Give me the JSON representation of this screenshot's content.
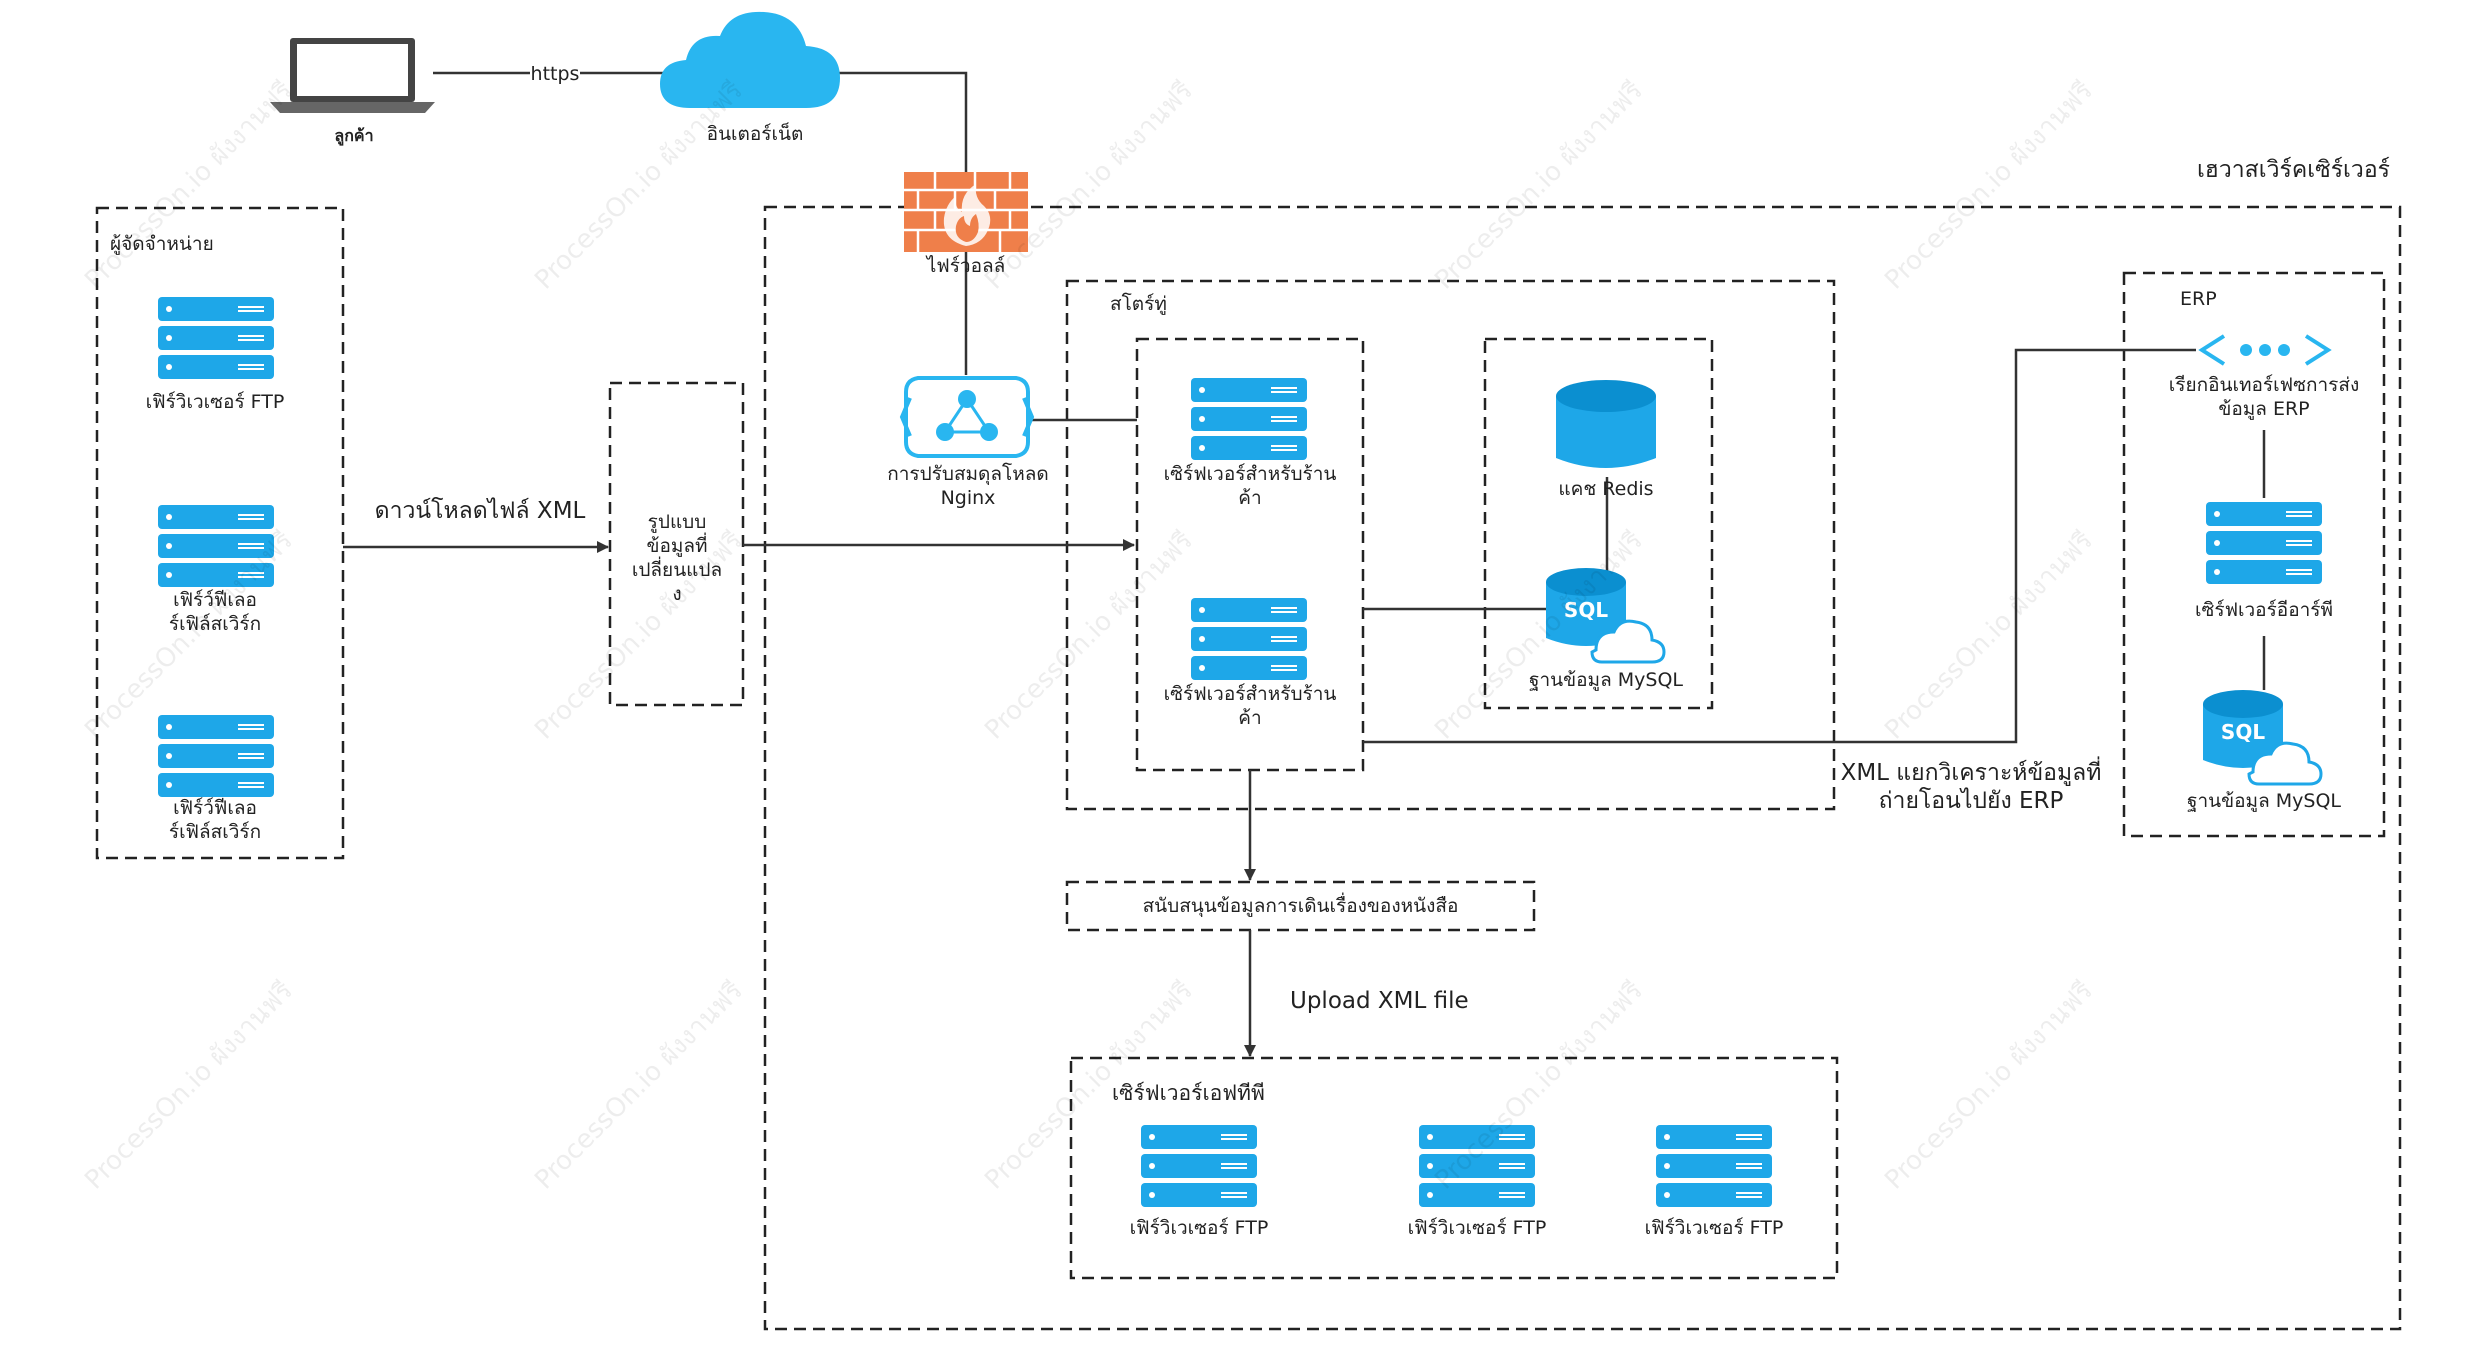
{
  "nodes": {
    "customer": "ลูกค้า",
    "https": "https",
    "internet": "อินเตอร์เน็ต",
    "firewall": "ไฟร์วอลล์",
    "network_server": "เฮวาสเวิร์คเซิร์เวอร์",
    "supplier": "ผู้จัดจำหน่าย",
    "ftp_server_1": "เฟิร์วิเวเซอร์ FTP",
    "file_server_1_l1": "เฟิร์ว์ฟีเลอ",
    "file_server_1_l2": "ร์เฟิล์สเวิร์ก",
    "file_server_2_l1": "เฟิร์ว์ฟีเลอ",
    "file_server_2_l2": "ร์เฟิล์สเวิร์ก",
    "download_xml": "ดาวน์โหลดไฟล์ XML",
    "transform_l1": "รูปแบบ",
    "transform_l2": "ข้อมูลที่",
    "transform_l3": "เปลี่ยนแปล",
    "transform_l4": "ง",
    "nginx_l1": "การปรับสมดุลโหลด",
    "nginx_l2": "Nginx",
    "store": "สโตร์ทู่",
    "shop_server_1_l1": "เซิร์ฟเวอร์สำหรับร้าน",
    "shop_server_1_l2": "ค้า",
    "shop_server_2_l1": "เซิร์ฟเวอร์สำหรับร้าน",
    "shop_server_2_l2": "ค้า",
    "redis": "แคช Redis",
    "mysql_store": "ฐานข้อมูล MySQL",
    "erp": "ERP",
    "erp_interface_l1": "เรียกอินเทอร์เฟซการส่ง",
    "erp_interface_l2": "ข้อมูล ERP",
    "erp_server": "เซิร์ฟเวอร์อีอาร์พี",
    "mysql_erp": "ฐานข้อมูล MySQL",
    "xml_erp_l1": "XML แยกวิเคราะห์ข้อมูลที่",
    "xml_erp_l2": "ถ่ายโอนไปยัง ERP",
    "book_support": "สนับสนุนข้อมูลการเดินเรื่องของหนังสือ",
    "upload_xml": "Upload XML file",
    "ftp_group": "เซิร์ฟเวอร์เอฟทีพี",
    "ftp_a": "เฟิร์วิเวเซอร์ FTP",
    "ftp_b": "เฟิร์วิเวเซอร์ FTP",
    "ftp_c": "เฟิร์วิเวเซอร์ FTP",
    "sql_badge": "SQL"
  },
  "watermark": "ProcessOn.io ผังงานฟรี",
  "colors": {
    "server": "#1ea7e8",
    "server_dark": "#0b8fd0",
    "firewall": "#ef7f4a",
    "cloud": "#29b6f0",
    "line": "#333333"
  }
}
